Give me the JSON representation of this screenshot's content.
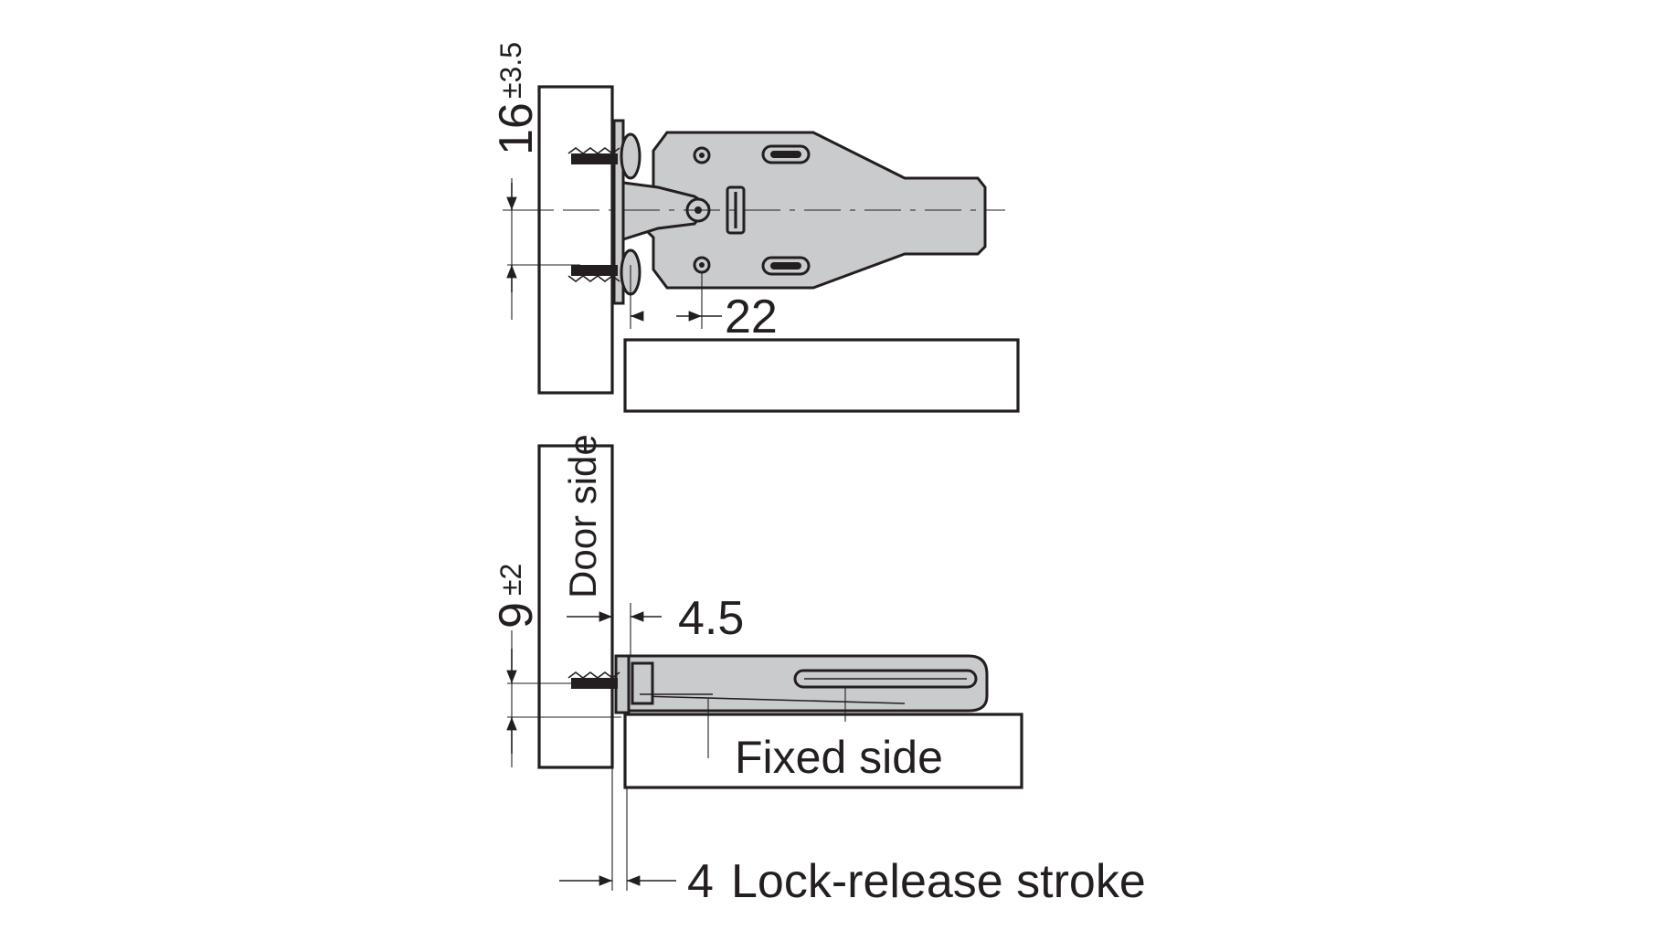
{
  "dimensions": {
    "top_height": {
      "value": "16",
      "tolerance": "±3.5"
    },
    "top_offset": {
      "value": "22"
    },
    "bottom_height": {
      "value": "9",
      "tolerance": "±2"
    },
    "bottom_gap": {
      "value": "4.5"
    },
    "stroke": {
      "value": "4",
      "label": "Lock-release stroke"
    }
  },
  "labels": {
    "door_side": "Door side",
    "fixed_side": "Fixed side"
  },
  "colors": {
    "line": "#231f20",
    "part_fill": "#c9cbcd",
    "background": "#ffffff"
  }
}
